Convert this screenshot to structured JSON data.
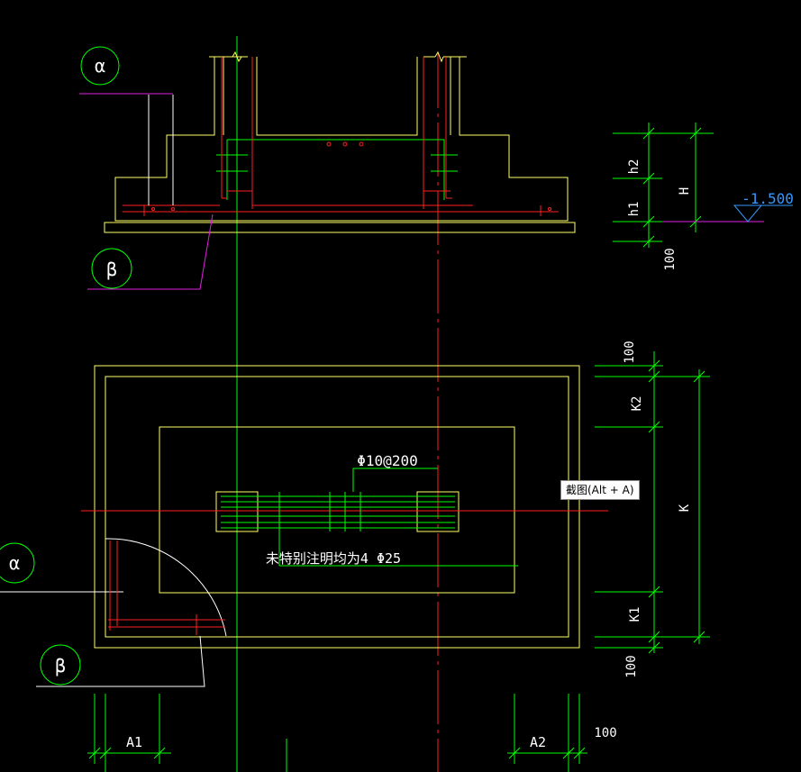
{
  "colors": {
    "background": "#000000",
    "green": "#00ff00",
    "yellow": "#ffff66",
    "red": "#ff2020",
    "white": "#ffffff",
    "magenta": "#e020e0",
    "cyan": "#3399ff"
  },
  "labels": {
    "alpha": "α",
    "beta": "β",
    "h1": "h1",
    "h2": "h2",
    "H": "H",
    "elevation": "-1.500",
    "dim_100": "100",
    "K": "K",
    "K1": "K1",
    "K2": "K2",
    "A1": "A1",
    "A2": "A2",
    "rebar_spec": "Φ10@200",
    "note": "未特别注明均为4 Φ25"
  },
  "tooltip": {
    "text": "截图(Alt + A)"
  }
}
